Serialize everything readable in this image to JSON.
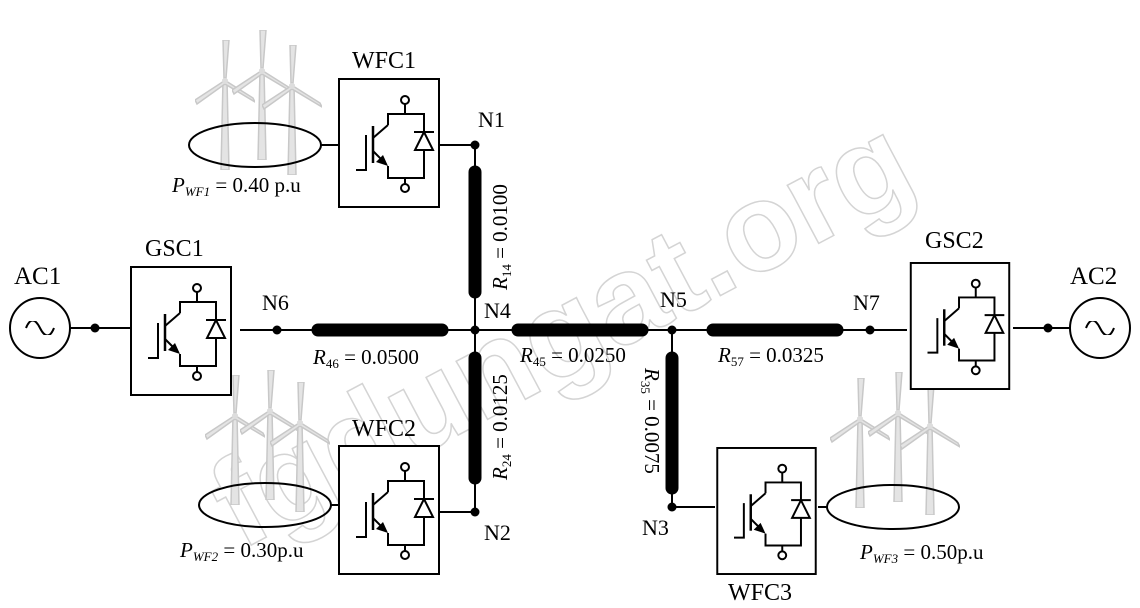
{
  "watermark": "fgdungat.org",
  "sources": {
    "ac1": "AC1",
    "ac2": "AC2"
  },
  "converters": {
    "gsc1": "GSC1",
    "gsc2": "GSC2",
    "wfc1": "WFC1",
    "wfc2": "WFC2",
    "wfc3": "WFC3"
  },
  "nodes": {
    "n1": "N1",
    "n2": "N2",
    "n3": "N3",
    "n4": "N4",
    "n5": "N5",
    "n6": "N6",
    "n7": "N7"
  },
  "lines": {
    "r14": {
      "symbol": "R",
      "sub": "14",
      "value": " = 0.0100"
    },
    "r46": {
      "symbol": "R",
      "sub": "46",
      "value": " = 0.0500"
    },
    "r45": {
      "symbol": "R",
      "sub": "45",
      "value": " = 0.0250"
    },
    "r57": {
      "symbol": "R",
      "sub": "57",
      "value": " = 0.0325"
    },
    "r24": {
      "symbol": "R",
      "sub": "24",
      "value": " = 0.0125"
    },
    "r35": {
      "symbol": "R",
      "sub": "35",
      "value": " = 0.0075"
    }
  },
  "wind_farms": {
    "wf1": {
      "symbol": "P",
      "sub": "WF1",
      "value": " = 0.40 p.u"
    },
    "wf2": {
      "symbol": "P",
      "sub": "WF2",
      "value": " = 0.30p.u"
    },
    "wf3": {
      "symbol": "P",
      "sub": "WF3",
      "value": " = 0.50p.u"
    }
  }
}
